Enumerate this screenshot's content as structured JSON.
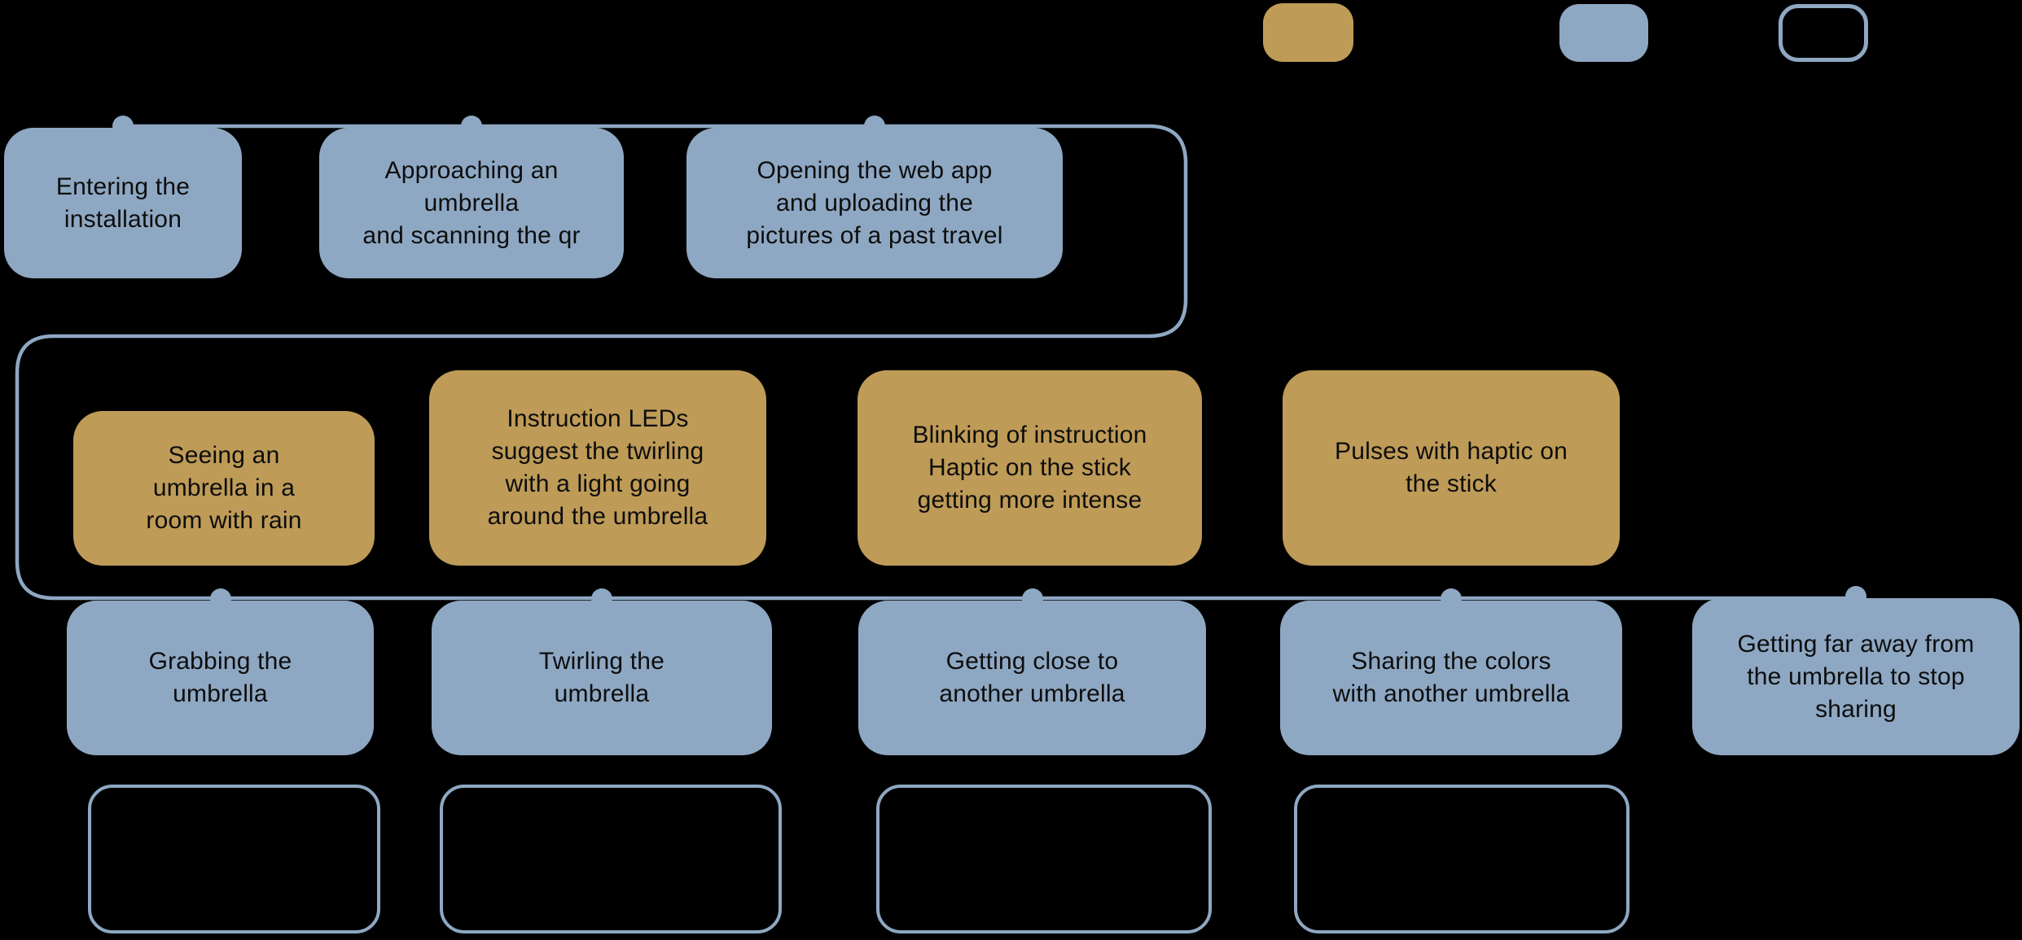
{
  "colors": {
    "background": "#000000",
    "blue": "#8EA8C3",
    "gold": "#BE9B57",
    "text": "#0D0D0D"
  },
  "legend": {
    "swatches": [
      {
        "name": "gold-swatch",
        "style": "gold"
      },
      {
        "name": "blue-swatch",
        "style": "blue"
      },
      {
        "name": "outline-swatch",
        "style": "outline"
      }
    ]
  },
  "rows": {
    "top": [
      {
        "label": "Entering the\ninstallation"
      },
      {
        "label": "Approaching an\numbrella\nand scanning the qr"
      },
      {
        "label": "Opening the web app\nand uploading the\npictures of a past travel"
      }
    ],
    "system": [
      {
        "label": "Seeing an\numbrella in a\nroom with rain"
      },
      {
        "label": "Instruction LEDs\nsuggest the twirling\nwith a light going\naround the umbrella"
      },
      {
        "label": "Blinking of instruction\nHaptic on the stick\ngetting more intense"
      },
      {
        "label": "Pulses with haptic on\nthe stick"
      }
    ],
    "actions": [
      {
        "label": "Grabbing the\numbrella"
      },
      {
        "label": "Twirling the\numbrella"
      },
      {
        "label": "Getting close to\nanother umbrella"
      },
      {
        "label": "Sharing the colors\nwith another umbrella"
      },
      {
        "label": "Getting far away from\nthe umbrella to stop\nsharing"
      }
    ],
    "empty": [
      {
        "label": ""
      },
      {
        "label": ""
      },
      {
        "label": ""
      },
      {
        "label": ""
      }
    ]
  }
}
